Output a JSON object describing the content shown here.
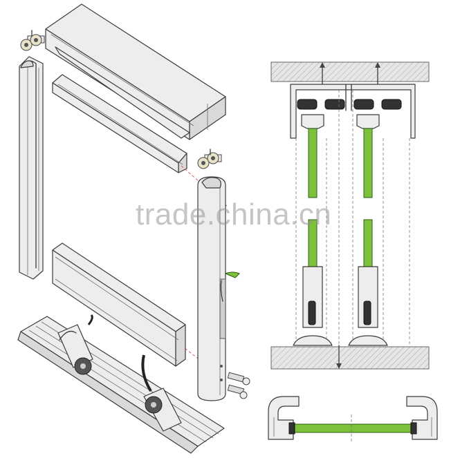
{
  "watermark": {
    "text": "trade.china.cn"
  },
  "colors": {
    "glass": "#7bc23a",
    "aluminium": "#ededed",
    "outline": "#3a3a3a",
    "rubber": "#333333",
    "axis_dash": "#d23a3a"
  },
  "parts": {
    "exploded_view": [
      "top-track",
      "top-roller",
      "vertical-handle-profile",
      "top-horizontal-profile",
      "bottom-horizontal-profile",
      "bottom-roller-assembly",
      "bottom-track",
      "fixing-screws",
      "glass-seal"
    ],
    "section_view": [
      "ceiling",
      "floor",
      "top-track-section",
      "top-roller-section",
      "glass-panel",
      "bottom-roller-section",
      "bottom-track-section"
    ],
    "plan_view": [
      "left-handle-profile",
      "right-handle-profile",
      "glass-panel"
    ]
  }
}
